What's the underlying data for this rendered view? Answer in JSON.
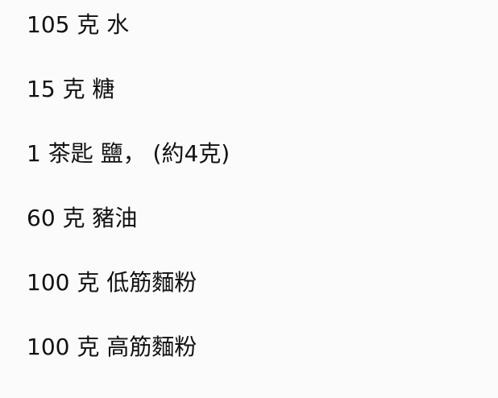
{
  "colors": {
    "background": "#fbfbfb",
    "text": "#111111"
  },
  "ingredients": [
    {
      "text": "105 克 水"
    },
    {
      "text": "15 克 糖"
    },
    {
      "text": "1 茶匙 鹽， (約4克)"
    },
    {
      "text": "60 克 豬油"
    },
    {
      "text": "100 克 低筋麵粉"
    },
    {
      "text": "100 克 高筋麵粉"
    }
  ]
}
